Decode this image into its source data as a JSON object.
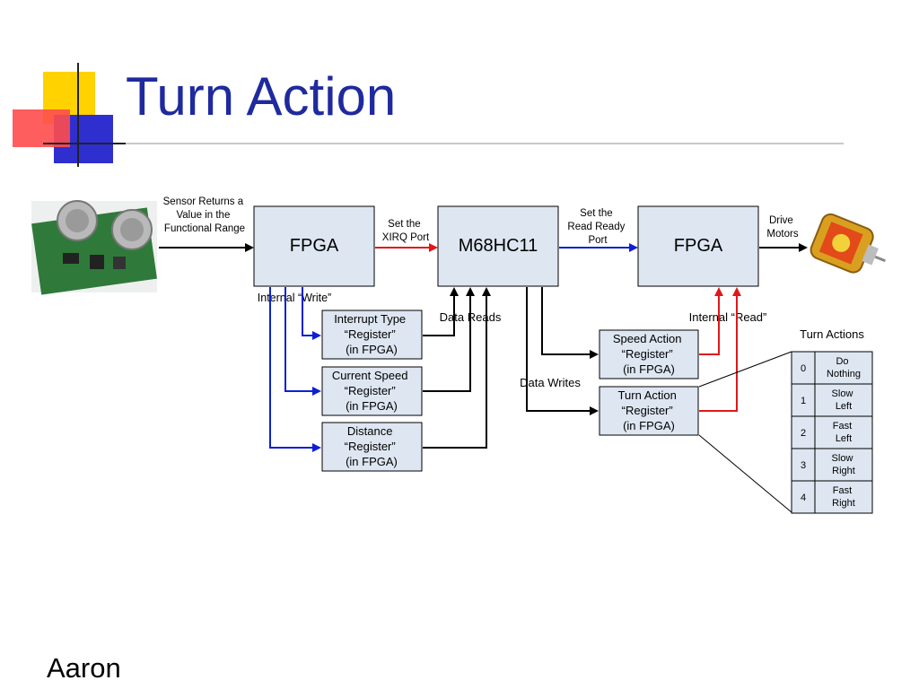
{
  "slide": {
    "title": "Turn Action",
    "author": "Aaron"
  },
  "diagram": {
    "sensor_label": [
      "Sensor Returns a",
      "Value in the",
      "Functional Range"
    ],
    "fpga_left": "FPGA",
    "xirq_label": [
      "Set the",
      "XIRQ Port"
    ],
    "cpu": "M68HC11",
    "ready_label": [
      "Set the",
      "Read Ready",
      "Port"
    ],
    "fpga_right": "FPGA",
    "drive_label": [
      "Drive",
      "Motors"
    ],
    "internal_write": "Internal “Write”",
    "data_reads": "Data Reads",
    "data_writes": "Data Writes",
    "internal_read": "Internal “Read”",
    "reg_interrupt": [
      "Interrupt Type",
      "“Register”",
      "(in FPGA)"
    ],
    "reg_speed": [
      "Current Speed",
      "“Register”",
      "(in FPGA)"
    ],
    "reg_distance": [
      "Distance",
      "“Register”",
      "(in FPGA)"
    ],
    "reg_speed_action": [
      "Speed Action",
      "“Register”",
      "(in FPGA)"
    ],
    "reg_turn_action": [
      "Turn Action",
      "“Register”",
      "(in FPGA)"
    ],
    "table_title": "Turn Actions",
    "table_rows": [
      {
        "code": "0",
        "action": [
          "Do",
          "Nothing"
        ]
      },
      {
        "code": "1",
        "action": [
          "Slow",
          "Left"
        ]
      },
      {
        "code": "2",
        "action": [
          "Fast",
          "Left"
        ]
      },
      {
        "code": "3",
        "action": [
          "Slow",
          "Right"
        ]
      },
      {
        "code": "4",
        "action": [
          "Fast",
          "Right"
        ]
      }
    ],
    "colors": {
      "blue": "#0d1fd6",
      "red": "#e01818",
      "black": "#000000",
      "box_fill": "#dde6f1"
    },
    "images": [
      "ultrasonic-sensor-board",
      "dc-motor"
    ]
  }
}
